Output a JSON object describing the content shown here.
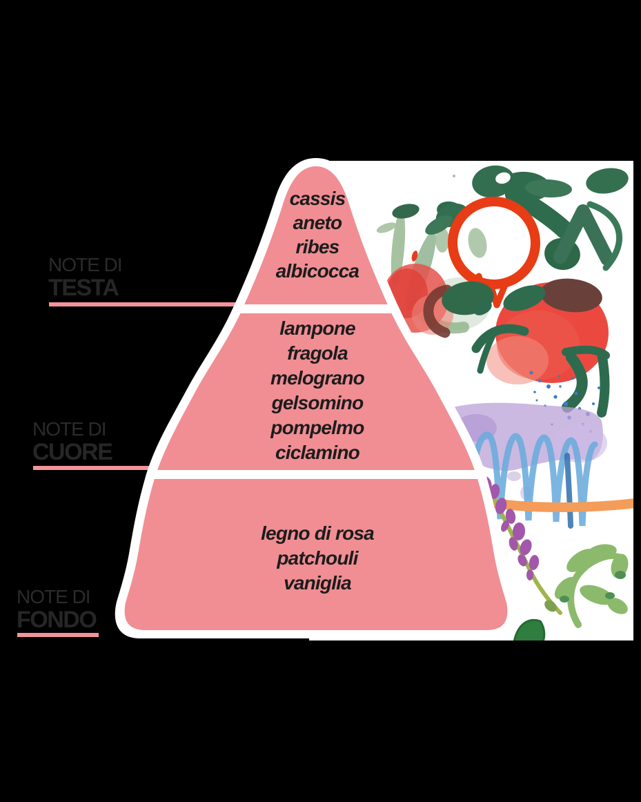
{
  "title": "Olfactory pyramid (Italian fragrance notes)",
  "background_color": "#000000",
  "paper_color": "#ffffff",
  "accent_underline_color": "#f2949b",
  "pyramid": {
    "fill_color": "#f08e94",
    "outline_color": "#ffffff",
    "note_text_color": "#1c1c1c",
    "label_text_color": "#2b2b2b",
    "sections": [
      {
        "id": "testa",
        "label_line1": "NOTE DI",
        "label_line2": "TESTA",
        "notes": [
          "cassis",
          "aneto",
          "ribes",
          "albicocca"
        ]
      },
      {
        "id": "cuore",
        "label_line1": "NOTE DI",
        "label_line2": "CUORE",
        "notes": [
          "lampone",
          "fragola",
          "melograno",
          "gelsomino",
          "pompelmo",
          "ciclamino"
        ]
      },
      {
        "id": "fondo",
        "label_line1": "NOTE DI",
        "label_line2": "FONDO",
        "notes": [
          "legno di rosa",
          "patchouli",
          "vaniglia"
        ]
      }
    ]
  },
  "illustration": {
    "style": "watercolor",
    "elements": [
      "dark-green-foliage",
      "pomegranate-red-outline",
      "sage-green-strokes",
      "red-berry-blob",
      "red-fruit",
      "green-calyx-leaves",
      "blue-speckles",
      "purple-wash",
      "blue-coil-scribble",
      "orange-stroke",
      "lavender-sprig",
      "light-green-branch",
      "dark-green-leaf"
    ],
    "colors": {
      "dark_green": "#2f6b4d",
      "teal_green": "#3a7a5a",
      "sage_green": "#9cbb97",
      "red_orange": "#e73c15",
      "berry_red": "#e93a30",
      "maroon_overlap": "#6e4038",
      "purple_wash": "#b9a1d8",
      "flower_purple": "#a257aa",
      "coil_blue": "#6aabdc",
      "dot_blue": "#3c7dc0",
      "stroke_orange": "#f49c59",
      "stem_green": "#9fb54c",
      "branch_green": "#8cba6c"
    }
  }
}
